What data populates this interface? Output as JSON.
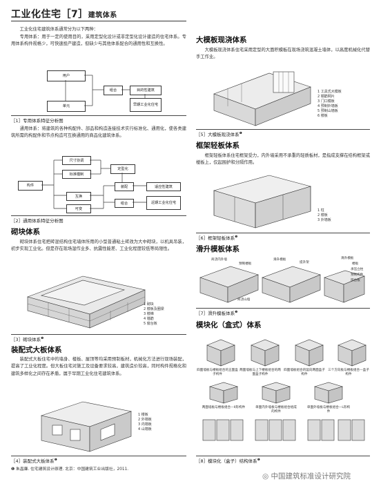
{
  "header": {
    "title": "工业化住宅［7］",
    "subtitle": "建筑体系"
  },
  "left": {
    "intro": "工业化住宅建筑体系通常分为以下两种：",
    "p1": "专用体系：用于一定的使用目的，采用定型化设计或非定型化设计建造的住宅体系。专用体系构件规格少，可快速投产建造，但缺少与其他体系配合的通用性和互换性。",
    "fig1": {
      "boxes": [
        "用户",
        "组合",
        "目的性建筑",
        "单元",
        "早期工业化住宅"
      ],
      "caption": "［1］专用体系特征分析图"
    },
    "p2": "通用体系：将建筑的各种构配件、部品和构造连接技术实行标准化、通用化，使各类建筑所需的构配件和节点构造可互换通用的商品化建筑体系。",
    "fig2": {
      "boxes": [
        "尺寸协调",
        "标准模制",
        "构件",
        "互换",
        "可变",
        "定型化",
        "装配",
        "组合",
        "适应性建筑",
        "近期工业化住宅"
      ],
      "caption": "［2］通用体系特征分析图"
    },
    "block": {
      "heading": "砌块体系",
      "text": "砌块体系住宅把砖混结构住宅墙体所用的小型普通粘土砖改为大中砌块，以机具吊装，初步实现工业化。但是存在现场湿作业多、抗震性能差、工业化程度较低等局限性。",
      "legend": [
        "1 砌块",
        "2 楼板及圈梁",
        "3 楼梯",
        "4 锚筋",
        "5 窗台板"
      ],
      "caption": "［3］砌块体系"
    },
    "panel": {
      "heading": "装配式大板体系",
      "text": "装配式大板住宅中的墙身、楼板、屋顶等均采用预制板材，机械化方法进行现场装配，提高了工业化程度。但大板住宅对施工及设备要求较高，建筑造价较高，同时构件规格化和建筑多样化之间存在矛盾，属于早期工业化住宅建筑体系。",
      "legend": [
        "1 楼板",
        "2 外墙板",
        "3 内墙板",
        "4 山墙板"
      ],
      "caption": "［4］装配式大板体系",
      "footnote": "❶ 朱昌廉. 住宅建筑设计原理. 北京：中国建筑工业出版社，2011."
    }
  },
  "right": {
    "formwork": {
      "heading": "大模板现浇体系",
      "text": "大模板现浇体系住宅采用定型的大面积模板在现场浇筑混凝土墙体，以高度机械化代替手工作业。",
      "legend": [
        "1 工具式大模板",
        "2 钢筋网片",
        "3 门口模板",
        "4 预制外墙板",
        "5 预制山墙板",
        "6 楼板"
      ],
      "caption": "［5］大模板现浇体系"
    },
    "frame": {
      "heading": "框架轻板体系",
      "text": "框架轻板体系住宅框架受力，内外墙采用不承重的轻质板材，是指成支撑在结构框架或楼板上，仅起围护和分隔作用。",
      "legend": [
        "1 柱",
        "2 楼板",
        "3 外墙板"
      ],
      "caption": "［6］框架轻板体系"
    },
    "slipform": {
      "heading": "滑升模板体系",
      "labels": [
        "商浇内外墙",
        "预制楼板",
        "滑升模板",
        "商浇山墙",
        "提升架",
        "滑升模板",
        "楼板",
        "承压立柱",
        "预制构件",
        "阳台板"
      ],
      "caption": "［7］滑升模板体系"
    },
    "modular": {
      "heading": "模块化（盒式）体系",
      "row1": [
        "四面墙板与楼板组合的五面盒子构件",
        "两面墙板与上下楼板组合的两面盒子构件",
        "四面墙板组合的竖向两面盒子构件",
        "三个方向板与楼板组合—盒子构件"
      ],
      "row2": [
        "两面墙板与楼板组合—II形构件",
        "单面内外墙板与楼板组合组成的构件",
        "单面外墙板与楼板组合—L形构件"
      ],
      "caption": "［8］模块化（盒子）结构体系"
    }
  },
  "watermark": "中国建筑标准设计研究院"
}
